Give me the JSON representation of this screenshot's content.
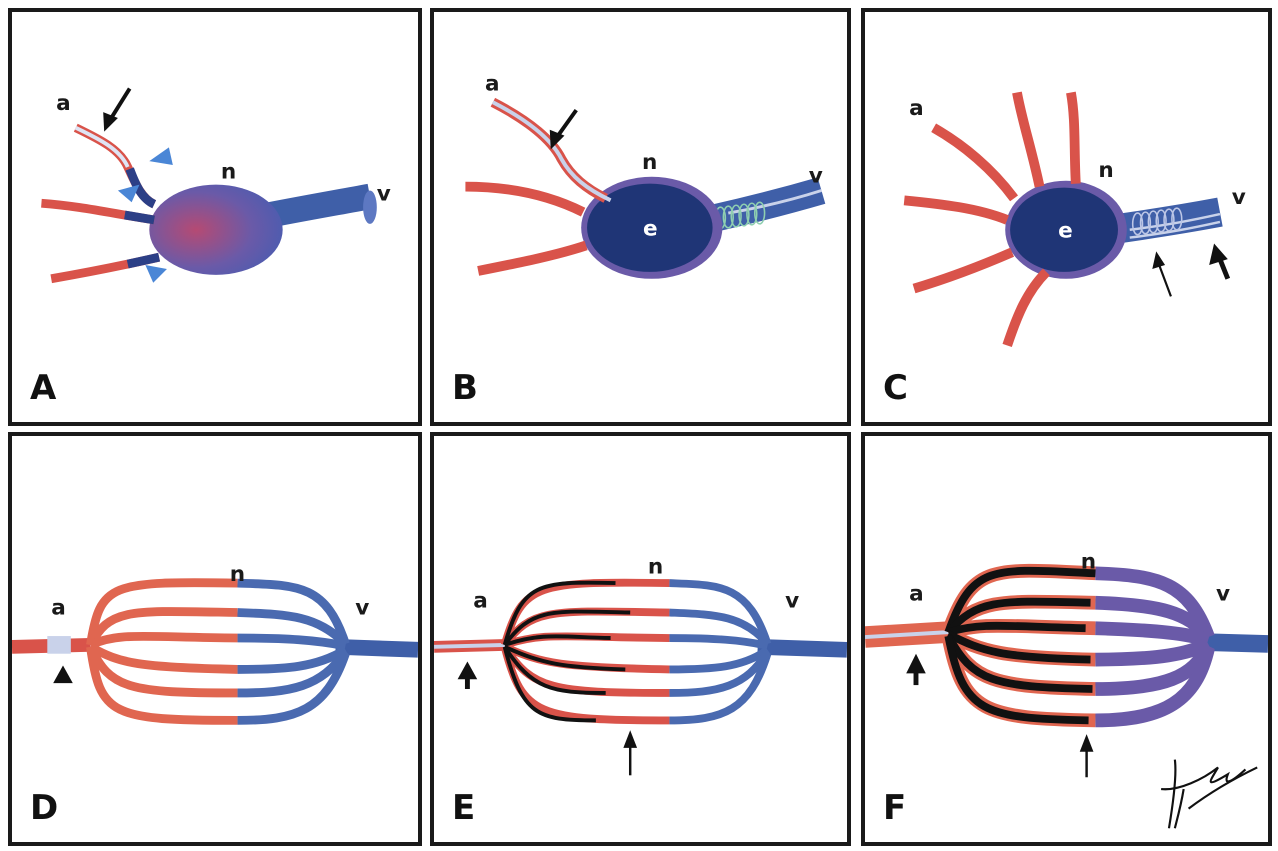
{
  "panels": [
    {
      "letter": "A",
      "labels": {
        "a": "a",
        "n": "n",
        "v": "v"
      }
    },
    {
      "letter": "B",
      "labels": {
        "a": "a",
        "n": "n",
        "v": "v",
        "e": "e"
      }
    },
    {
      "letter": "C",
      "labels": {
        "a": "a",
        "n": "n",
        "v": "v",
        "e": "e"
      }
    },
    {
      "letter": "D",
      "labels": {
        "a": "a",
        "n": "n",
        "v": "v"
      }
    },
    {
      "letter": "E",
      "labels": {
        "a": "a",
        "n": "n",
        "v": "v"
      }
    },
    {
      "letter": "F",
      "labels": {
        "a": "a",
        "n": "n",
        "v": "v"
      }
    }
  ],
  "colors": {
    "artery": "#d9534a",
    "vein": "#3f5fa8",
    "nidus": "#5560b0",
    "embolic": "#1f3576",
    "catheter": "#c9d2ea",
    "arrowhead_marker": "#4a86d6",
    "cast": "#111111"
  },
  "signature_icon": "artist-signature-icon"
}
